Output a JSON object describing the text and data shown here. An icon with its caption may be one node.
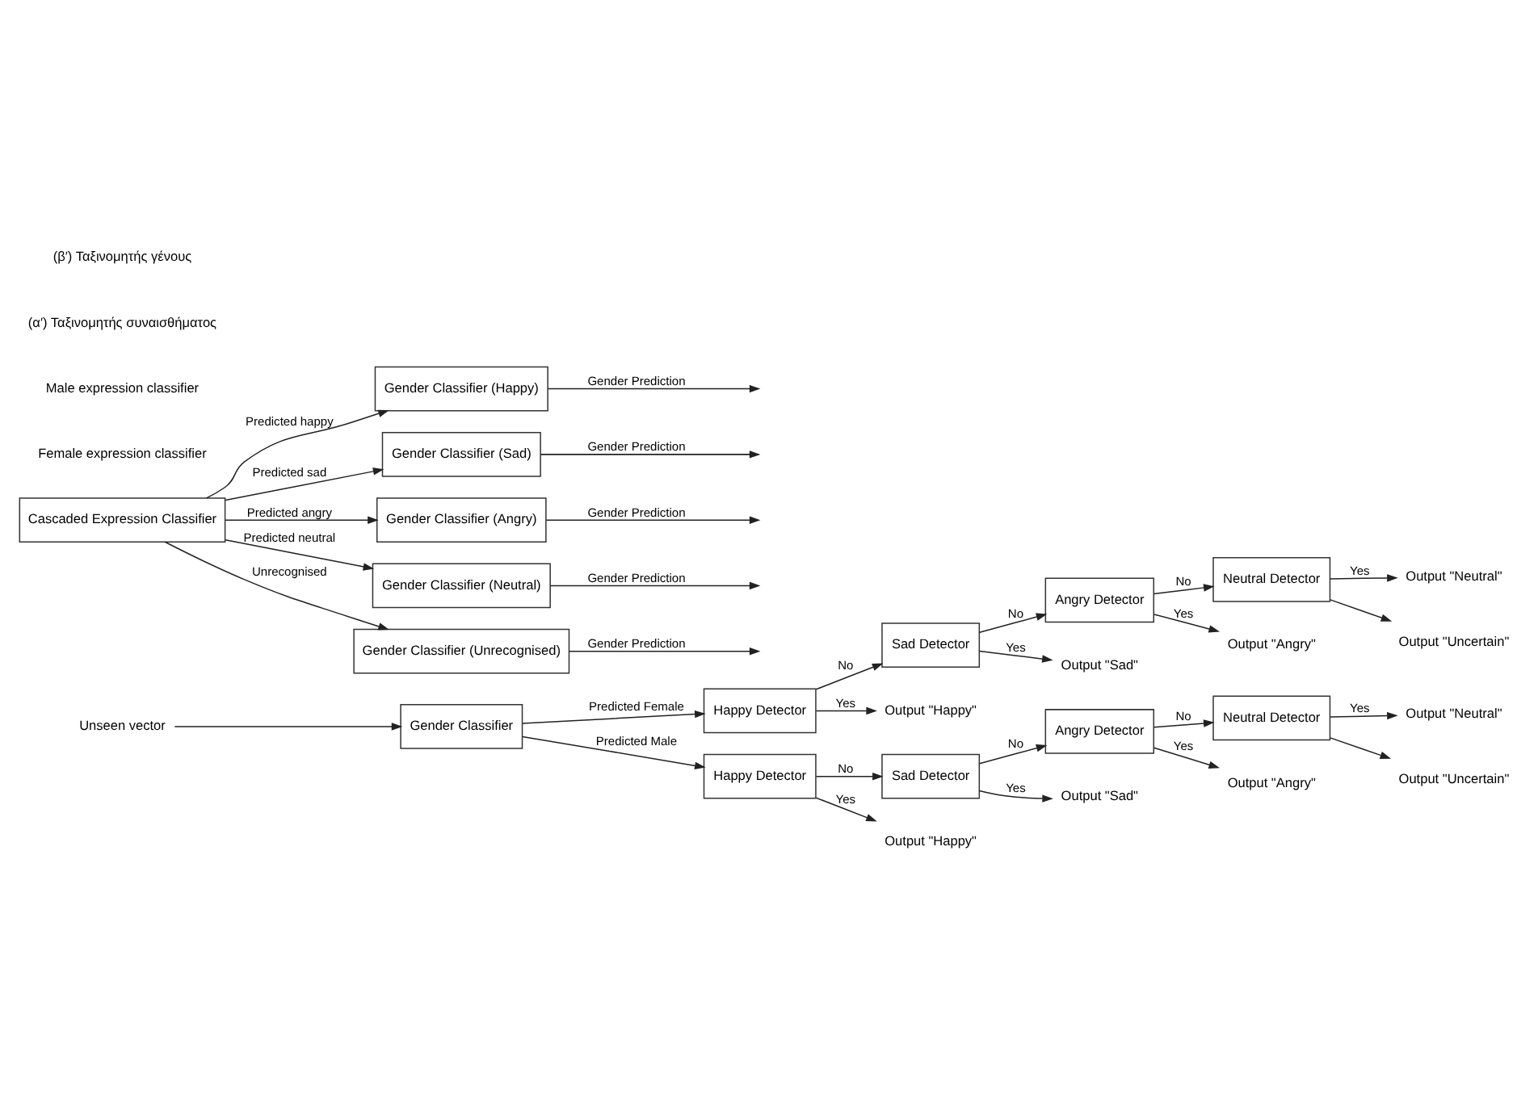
{
  "diagram": {
    "nodes": [
      {
        "text": [
          "Unseen vector"
        ]
      },
      {
        "text": [
          "Gender Classifier"
        ]
      },
      {
        "text": [
          "Happy Detector"
        ]
      },
      {
        "text": [
          "Sad Detector"
        ]
      },
      {
        "text": [
          "Angry Detector"
        ]
      },
      {
        "text": [
          "Neutral Detector"
        ]
      },
      {
        "text": [
          "Output \"Happy\""
        ]
      },
      {
        "text": [
          "Output \"Sad\""
        ]
      },
      {
        "text": [
          "Output \"Angry\""
        ]
      },
      {
        "text": [
          "Output \"Neutral\""
        ]
      },
      {
        "text": [
          "Output \"Uncertain\""
        ]
      },
      {
        "text": [
          "Happy Detector"
        ]
      },
      {
        "text": [
          "Sad Detector"
        ]
      },
      {
        "text": [
          "Angry Detector"
        ]
      },
      {
        "text": [
          "Neutral Detector"
        ]
      },
      {
        "text": [
          "Output \"Happy\""
        ]
      },
      {
        "text": [
          "Output \"Sad\""
        ]
      },
      {
        "text": [
          "Output \"Angry\""
        ]
      },
      {
        "text": [
          "Output \"Neutral\""
        ]
      },
      {
        "text": [
          "Output \"Uncertain\""
        ]
      },
      {
        "text": [
          "Cascaded Expression Classifier"
        ]
      },
      {
        "text": [
          "Gender Classifier (Happy)"
        ]
      },
      {
        "text": [
          "Gender Classifier (Sad)"
        ]
      },
      {
        "text": [
          "Gender Classifier (Angry)"
        ]
      },
      {
        "text": [
          "Gender Classifier (Neutral)"
        ]
      },
      {
        "text": [
          "Gender Classifier (Unrecognised)"
        ]
      }
    ],
    "edges": [
      {
        "from": 0,
        "to": 1,
        "arrow": "to"
      },
      {
        "from": 1,
        "to": 2,
        "arrow": "to",
        "label": "Predicted Female"
      },
      {
        "from": 1,
        "to": 11,
        "arrow": "to",
        "label": "Predicted Male"
      },
      {
        "from": 2,
        "to": 6,
        "arrow": "to",
        "label": "Yes"
      },
      {
        "from": 2,
        "to": 3,
        "arrow": "to",
        "label": "No"
      },
      {
        "from": 3,
        "to": 7,
        "arrow": "to",
        "label": "Yes"
      },
      {
        "from": 3,
        "to": 4,
        "arrow": "to",
        "label": "No"
      },
      {
        "from": 4,
        "to": 8,
        "arrow": "to",
        "label": "Yes"
      },
      {
        "from": 4,
        "to": 5,
        "arrow": "to",
        "label": "No"
      },
      {
        "from": 5,
        "to": 9,
        "arrow": "to",
        "label": "Yes"
      },
      {
        "from": 5,
        "to": 10,
        "arrow": "to"
      },
      {
        "from": 11,
        "to": 15,
        "arrow": "to",
        "label": "Yes"
      },
      {
        "from": 11,
        "to": 12,
        "arrow": "to",
        "label": "No"
      },
      {
        "from": 12,
        "to": 16,
        "arrow": "to",
        "label": "Yes"
      },
      {
        "from": 12,
        "to": 13,
        "arrow": "to",
        "label": "No"
      },
      {
        "from": 13,
        "to": 17,
        "arrow": "to",
        "label": "Yes"
      },
      {
        "from": 13,
        "to": 14,
        "arrow": "to",
        "label": "No"
      },
      {
        "from": 14,
        "to": 18,
        "arrow": "to",
        "label": "Yes"
      },
      {
        "from": 14,
        "to": 19,
        "arrow": "to"
      },
      {
        "from": 20,
        "to": 21,
        "arrow": "to",
        "label": "Predicted happy"
      },
      {
        "from": 20,
        "to": 22,
        "arrow": "to",
        "label": "Predicted sad"
      },
      {
        "from": 20,
        "to": 23,
        "arrow": "to",
        "label": "Predicted angry"
      },
      {
        "from": 20,
        "to": 24,
        "arrow": "to",
        "label": "Predicted neutral"
      },
      {
        "from": 20,
        "to": 25,
        "arrow": "to",
        "label": "Unrecognised"
      },
      {
        "from": 21,
        "to": null,
        "arrow": "to",
        "label": "Gender Prediction"
      },
      {
        "from": 22,
        "to": null,
        "arrow": "to",
        "label": "Gender Prediction"
      },
      {
        "from": 23,
        "to": null,
        "arrow": "to",
        "label": "Gender Prediction"
      },
      {
        "from": 24,
        "to": null,
        "arrow": "to",
        "label": "Gender Prediction"
      },
      {
        "from": 25,
        "to": null,
        "arrow": "to",
        "label": "Gender Prediction"
      }
    ],
    "labels": [
      "Female expression classifier",
      "Male expression classifier",
      "(α′) Ταξινομητής συναισθήματος",
      "(β′) Ταξινομητής γένους"
    ]
  }
}
